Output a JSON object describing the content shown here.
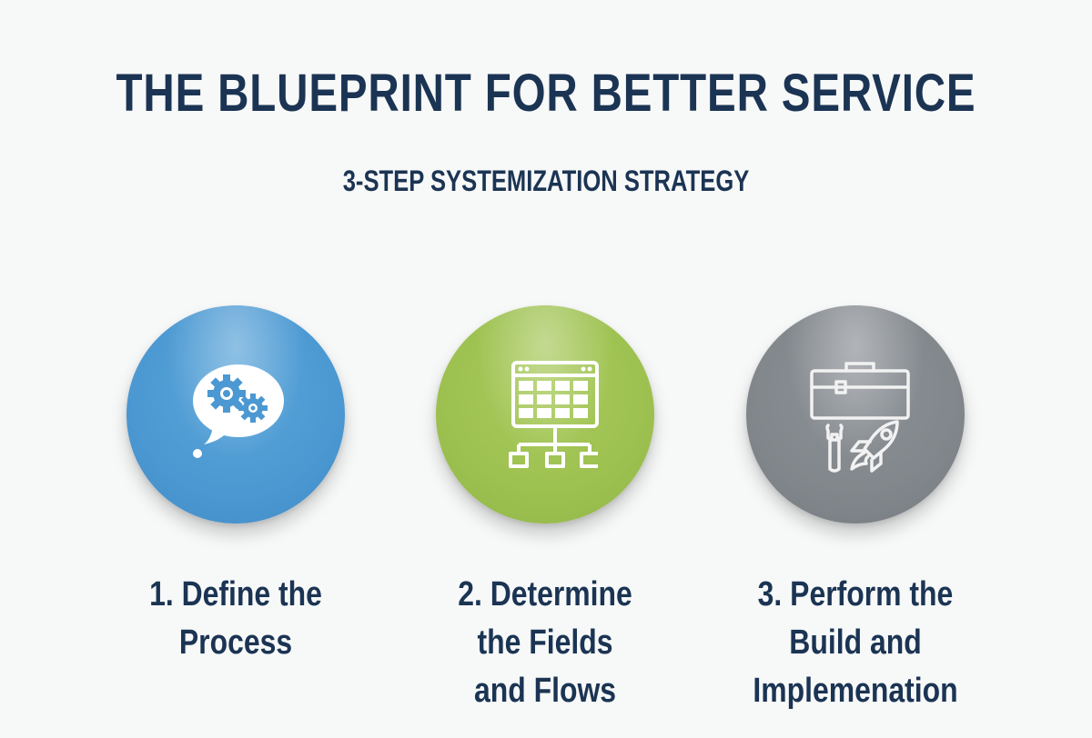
{
  "header": {
    "title": "THE BLUEPRINT FOR BETTER SERVICE",
    "subtitle": "3-STEP SYSTEMIZATION STRATEGY"
  },
  "steps": [
    {
      "number": "1",
      "icon": "gears-thought-bubble-icon",
      "color": "#4b98d2",
      "label_lines": [
        "1. Define the",
        "Process"
      ]
    },
    {
      "number": "2",
      "icon": "table-flowchart-icon",
      "color": "#9dc150",
      "label_lines": [
        "2. Determine",
        "the Fields",
        "and Flows"
      ]
    },
    {
      "number": "3",
      "icon": "toolbox-wrench-rocket-icon",
      "color": "#82878c",
      "label_lines": [
        "3. Perform the",
        "Build and",
        "Implemenation"
      ]
    }
  ],
  "colors": {
    "background": "#f7f8f8",
    "text": "#1b3453"
  }
}
